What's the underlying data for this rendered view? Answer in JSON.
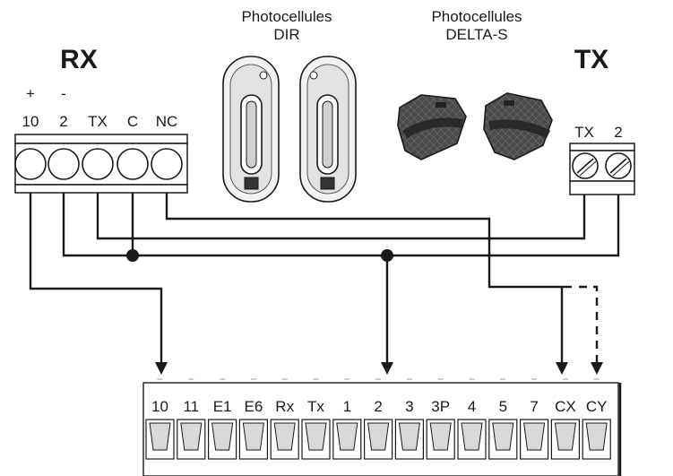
{
  "rx": {
    "title": "RX",
    "polarity": [
      "+",
      "-"
    ],
    "terminals": [
      "10",
      "2",
      "TX",
      "C",
      "NC"
    ]
  },
  "tx": {
    "title": "TX",
    "terminals": [
      "TX",
      "2"
    ]
  },
  "photocells": [
    {
      "line1": "Photocellules",
      "line2": "DIR"
    },
    {
      "line1": "Photocellules",
      "line2": "DELTA-S"
    }
  ],
  "board": {
    "terminals": [
      "10",
      "11",
      "E1",
      "E6",
      "Rx",
      "Tx",
      "1",
      "2",
      "3",
      "3P",
      "4",
      "5",
      "7",
      "CX",
      "CY"
    ]
  },
  "colors": {
    "line": "#1a1a1a",
    "device_body": "#eeeeee",
    "delta_body": "#3a3a3a",
    "terminal_fill": "#d9d9d9"
  }
}
